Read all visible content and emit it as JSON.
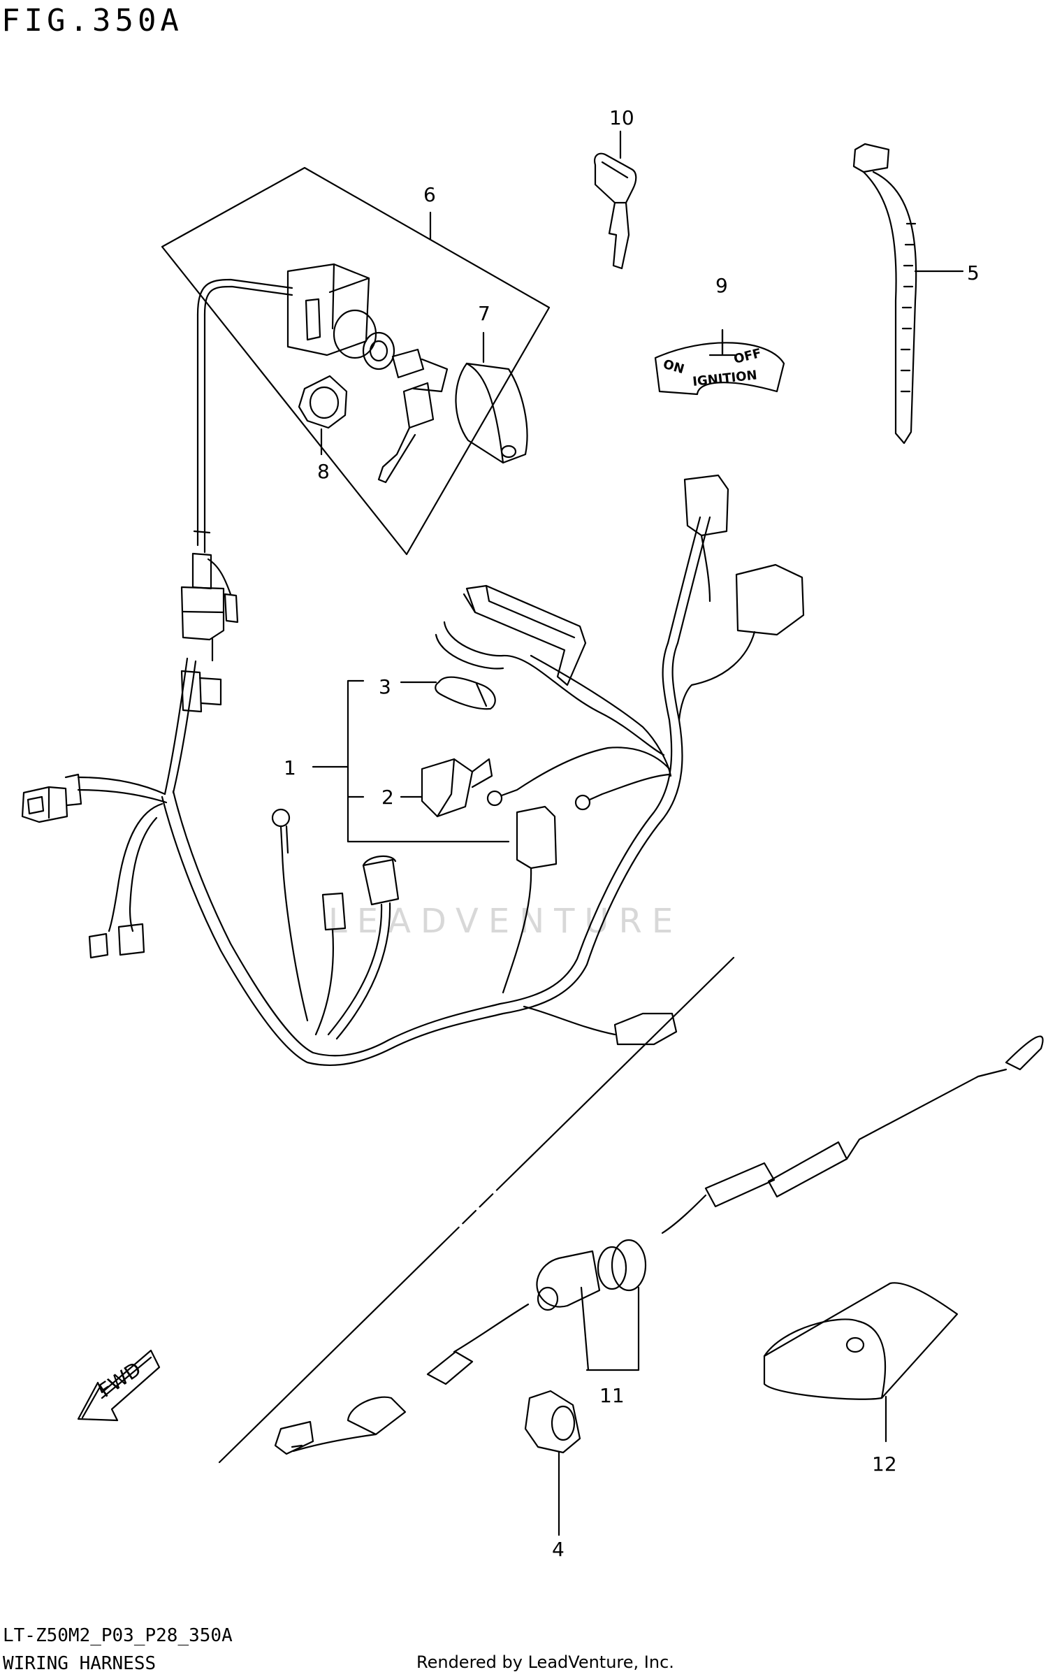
{
  "figure": {
    "title": "FIG.350A",
    "model_code": "LT-Z50M2_P03_P28_350A",
    "section_title": "WIRING HARNESS",
    "rendered_by": "Rendered by LeadVenture, Inc.",
    "watermark": "LEADVENTURE"
  },
  "callouts": [
    "1",
    "2",
    "3",
    "4",
    "5",
    "6",
    "7",
    "8",
    "9",
    "10",
    "11",
    "12"
  ],
  "ignition_decal": {
    "on": "ON",
    "off": "OFF",
    "ignition": "IGNITION"
  },
  "direction_arrow": "FWD",
  "colors": {
    "line": "#000000",
    "background": "#ffffff",
    "watermark": "#d8d8d8"
  }
}
